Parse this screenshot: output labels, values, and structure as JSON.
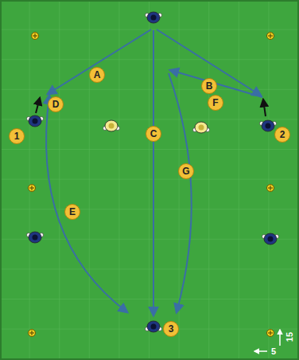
{
  "diagram": {
    "labels": [
      "A",
      "B",
      "F",
      "D",
      "1",
      "2",
      "C",
      "G",
      "E",
      "3",
      "15",
      "5"
    ]
  }
}
